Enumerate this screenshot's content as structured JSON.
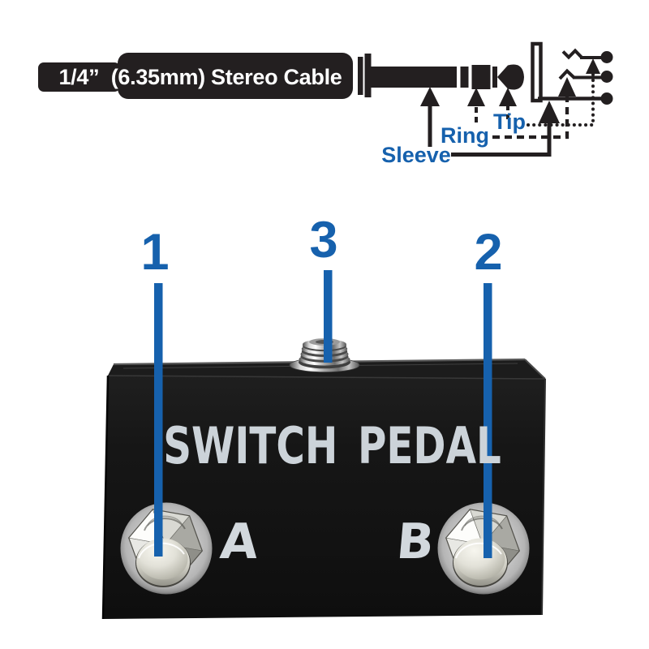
{
  "colors": {
    "accent_blue": "#1661ad",
    "diagram_black": "#231f20",
    "title_gray": "#ccd3d9"
  },
  "cable": {
    "label": "1/4”  (6.35mm) Stereo Cable"
  },
  "plug": {
    "sleeve_label": "Sleeve",
    "ring_label": "Ring",
    "tip_label": "Tip"
  },
  "callouts": {
    "left_number": "1",
    "top_number": "3",
    "right_number": "2"
  },
  "pedal": {
    "title": "SWITCH PEDAL",
    "switch_a_label": "A",
    "switch_b_label": "B"
  }
}
